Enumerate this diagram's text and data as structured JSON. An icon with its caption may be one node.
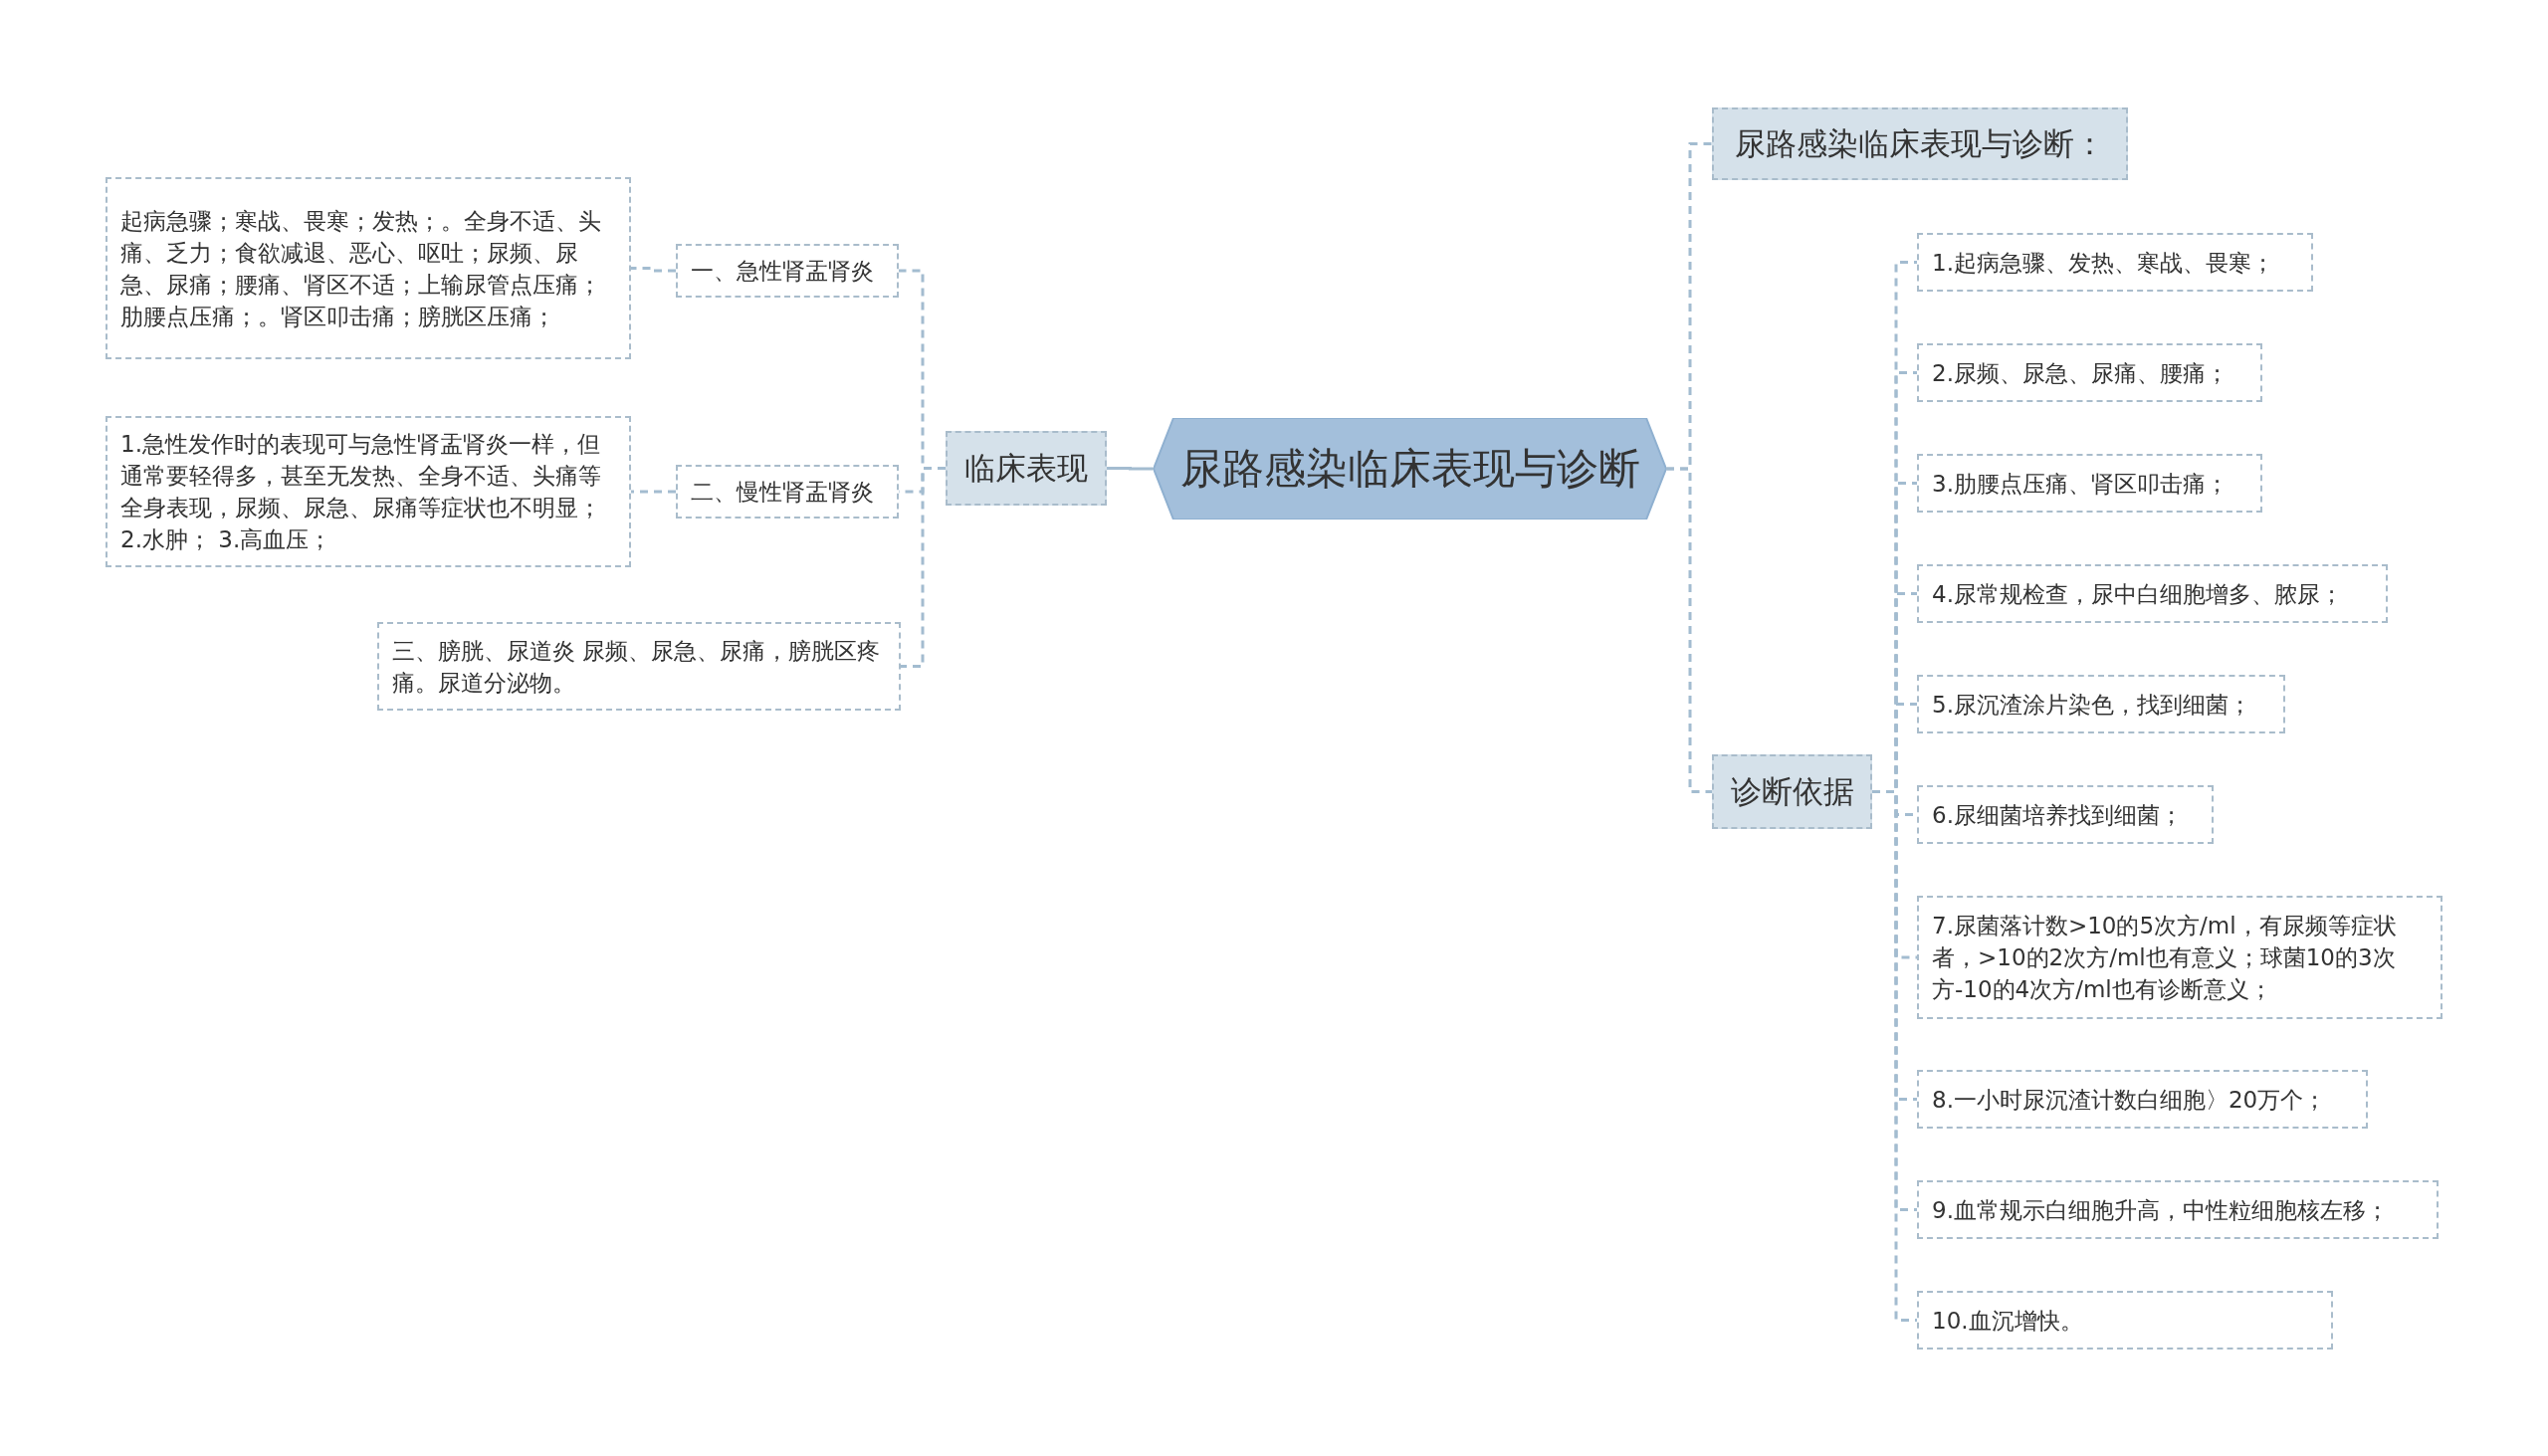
{
  "diagram": {
    "nodes": [
      {
        "text": [
          "尿路感染临床表现与诊断"
        ]
      },
      {
        "text": [
          "临床表现"
        ]
      },
      {
        "text": [
          "一、急性肾盂肾炎"
        ]
      },
      {
        "text": [
          "起病急骤；寒战、畏寒；发热；。全身不适、头痛、乏力；食欲减退、恶心、呕吐；尿频、尿急、尿痛；腰痛、肾区不适；上输尿管点压痛；肋腰点压痛；。肾区叩击痛；膀胱区压痛；"
        ]
      },
      {
        "text": [
          "二、慢性肾盂肾炎"
        ]
      },
      {
        "text": [
          "1.急性发作时的表现可与急性肾盂肾炎一样，但通常要轻得多，甚至无发热、全身不适、头痛等全身表现，尿频、尿急、尿痛等症状也不明显； 2.水肿； 3.高血压；"
        ]
      },
      {
        "text": [
          "三、膀胱、尿道炎 尿频、尿急、尿痛，膀胱区疼痛。尿道分泌物。"
        ]
      },
      {
        "text": [
          "尿路感染临床表现与诊断："
        ]
      },
      {
        "text": [
          "诊断依据"
        ]
      },
      {
        "text": [
          "1.起病急骤、发热、寒战、畏寒；"
        ]
      },
      {
        "text": [
          "2.尿频、尿急、尿痛、腰痛；"
        ]
      },
      {
        "text": [
          "3.肋腰点压痛、肾区叩击痛；"
        ]
      },
      {
        "text": [
          "4.尿常规检查，尿中白细胞增多、脓尿；"
        ]
      },
      {
        "text": [
          "5.尿沉渣涂片染色，找到细菌；"
        ]
      },
      {
        "text": [
          "6.尿细菌培养找到细菌；"
        ]
      },
      {
        "text": [
          "7.尿菌落计数>10的5次方/ml，有尿频等症状者，>10的2次方/ml也有意义；球菌10的3次方-10的4次方/ml也有诊断意义；"
        ]
      },
      {
        "text": [
          "8.一小时尿沉渣计数白细胞〉20万个；"
        ]
      },
      {
        "text": [
          "9.血常规示白细胞升高，中性粒细胞核左移；"
        ]
      },
      {
        "text": [
          "10.血沉增快。"
        ]
      }
    ],
    "edges": [
      {
        "from": 0,
        "to": 1,
        "arrow": "none"
      },
      {
        "from": 1,
        "to": 2,
        "arrow": "none",
        "style": "dashed"
      },
      {
        "from": 2,
        "to": 3,
        "arrow": "none",
        "style": "dashed"
      },
      {
        "from": 1,
        "to": 4,
        "arrow": "none",
        "style": "dashed"
      },
      {
        "from": 4,
        "to": 5,
        "arrow": "none",
        "style": "dashed"
      },
      {
        "from": 1,
        "to": 6,
        "arrow": "none",
        "style": "dashed"
      },
      {
        "from": 0,
        "to": 7,
        "arrow": "none",
        "style": "dashed"
      },
      {
        "from": 0,
        "to": 8,
        "arrow": "none",
        "style": "dashed"
      },
      {
        "from": 8,
        "to": 9,
        "arrow": "none",
        "style": "dashed"
      },
      {
        "from": 8,
        "to": 10,
        "arrow": "none",
        "style": "dashed"
      },
      {
        "from": 8,
        "to": 11,
        "arrow": "none",
        "style": "dashed"
      },
      {
        "from": 8,
        "to": 12,
        "arrow": "none",
        "style": "dashed"
      },
      {
        "from": 8,
        "to": 13,
        "arrow": "none",
        "style": "dashed"
      },
      {
        "from": 8,
        "to": 14,
        "arrow": "none",
        "style": "dashed"
      },
      {
        "from": 8,
        "to": 15,
        "arrow": "none",
        "style": "dashed"
      },
      {
        "from": 8,
        "to": 16,
        "arrow": "none",
        "style": "dashed"
      },
      {
        "from": 8,
        "to": 17,
        "arrow": "none",
        "style": "dashed"
      },
      {
        "from": 8,
        "to": 18,
        "arrow": "none",
        "style": "dashed"
      }
    ]
  }
}
